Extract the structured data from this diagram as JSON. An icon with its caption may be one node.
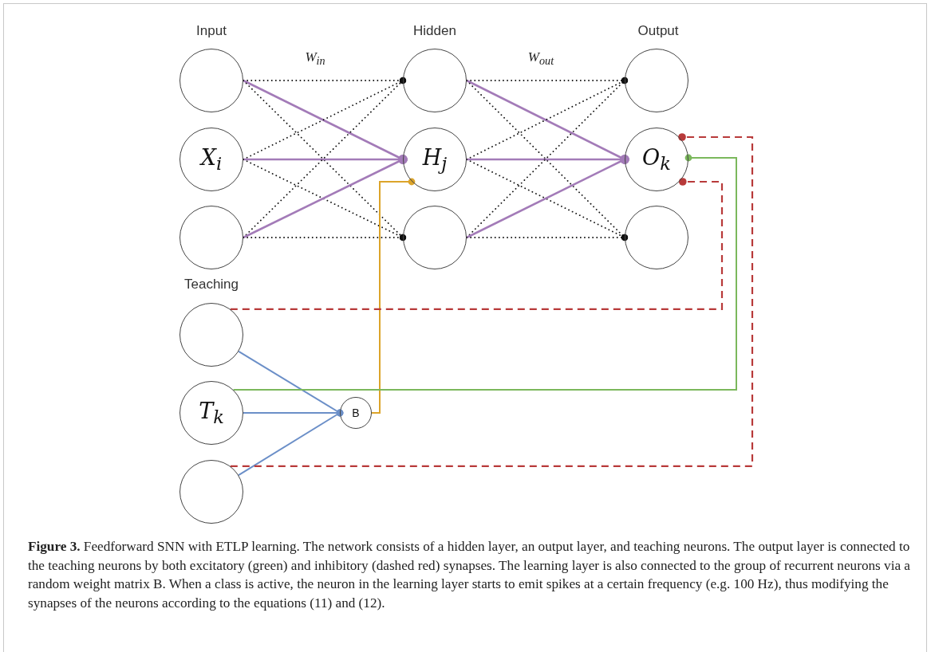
{
  "diagram": {
    "caption": "**Figure 3.** Feedforward SNN with ETLP learning. The network consists of a hidden layer, an output layer, and teaching neurons. The output layer is connected to the teaching neurons by both excitatory (green) and inhibitory (dashed red) synapses. The learning layer is also connected to the group of recurrent neurons via a random weight matrix B. When a class is active, the neuron in the learning layer starts to emit spikes at a certain frequency (e.g. 100 Hz), thus modifying the synapses of the neurons according to the equations (11) and (12).",
    "nodes": [
      {
        "text": [],
        "shape": "circle"
      },
      {
        "text": [
          "X$_{i}$"
        ]
      },
      {
        "text": [],
        "shape": "circle"
      },
      {
        "text": [],
        "shape": "circle"
      },
      {
        "text": [
          "H$_{j}$"
        ]
      },
      {
        "text": [],
        "shape": "circle"
      },
      {
        "text": [],
        "shape": "circle"
      },
      {
        "text": [
          "O$_{k}$"
        ]
      },
      {
        "text": [],
        "shape": "circle"
      },
      {
        "text": [],
        "shape": "circle"
      },
      {
        "text": [
          "T$_{k}$"
        ]
      },
      {
        "text": [],
        "shape": "circle"
      },
      {
        "text": [
          "B"
        ]
      }
    ],
    "edges": [
      {
        "from": 0,
        "to": 3,
        "arrow": "other",
        "style": "dashed"
      },
      {
        "from": 0,
        "to": 4,
        "arrow": "other",
        "color": "#a37bb8"
      },
      {
        "from": 0,
        "to": 5,
        "arrow": "other",
        "style": "dashed"
      },
      {
        "from": 1,
        "to": 3,
        "arrow": "other",
        "style": "dashed"
      },
      {
        "from": 1,
        "to": 4,
        "arrow": "other",
        "color": "#a37bb8"
      },
      {
        "from": 1,
        "to": 5,
        "arrow": "other",
        "style": "dashed"
      },
      {
        "from": 2,
        "to": 3,
        "arrow": "other",
        "style": "dashed"
      },
      {
        "from": 2,
        "to": 4,
        "arrow": "other",
        "color": "#a37bb8"
      },
      {
        "from": 2,
        "to": 5,
        "arrow": "other",
        "style": "dashed"
      },
      {
        "from": 3,
        "to": 6,
        "arrow": "other",
        "style": "dashed"
      },
      {
        "from": 3,
        "to": 7,
        "arrow": "other",
        "color": "#a37bb8"
      },
      {
        "from": 3,
        "to": 8,
        "arrow": "other",
        "style": "dashed"
      },
      {
        "from": 4,
        "to": 6,
        "arrow": "other",
        "style": "dashed"
      },
      {
        "from": 4,
        "to": 7,
        "arrow": "other",
        "color": "#a37bb8"
      },
      {
        "from": 4,
        "to": 8,
        "arrow": "other",
        "style": "dashed"
      },
      {
        "from": 5,
        "to": 6,
        "arrow": "other",
        "style": "dashed"
      },
      {
        "from": 5,
        "to": 7,
        "arrow": "other",
        "color": "#a37bb8"
      },
      {
        "from": 5,
        "to": 8,
        "arrow": "other",
        "style": "dashed"
      },
      {
        "from": 9,
        "to": 12,
        "arrow": "other",
        "color": "#6b8fc8"
      },
      {
        "from": 10,
        "to": 12,
        "arrow": "other",
        "color": "#6b8fc8"
      },
      {
        "from": 11,
        "to": 12,
        "arrow": "other",
        "color": "#6b8fc8"
      },
      {
        "from": 12,
        "to": 4,
        "arrow": "other",
        "color": "#dca42a"
      },
      {
        "from": 10,
        "to": 7,
        "arrow": "other",
        "color": "#7bb85c"
      },
      {
        "from": 9,
        "to": 7,
        "arrow": "other",
        "style": "dashed",
        "color": "#b83a3a"
      },
      {
        "from": 11,
        "to": 7,
        "arrow": "other",
        "style": "dashed",
        "color": "#b83a3a"
      }
    ],
    "labels": [
      "Input",
      "Hidden",
      "Output",
      "W$_{in}$",
      "W$_{out}$",
      "Teaching"
    ]
  }
}
